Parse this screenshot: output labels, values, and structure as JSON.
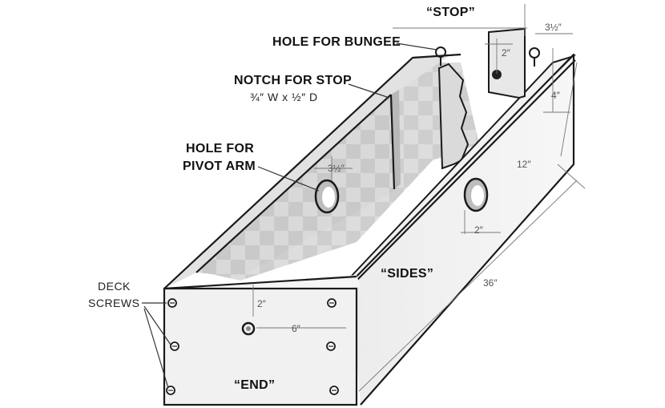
{
  "labels": {
    "stop": "“STOP”",
    "hole_for_bungee": "HOLE FOR BUNGEE",
    "notch_for_stop": "NOTCH FOR STOP",
    "notch_size": "¾″ W x ½″ D",
    "hole_for_line1": "HOLE FOR",
    "hole_for_line2": "PIVOT ARM",
    "sides": "“SIDES”",
    "deck_screws_line1": "DECK",
    "deck_screws_line2": "SCREWS",
    "end": "“END”"
  },
  "dimensions": {
    "stop_width": "3½″",
    "bungee_offset": "2″",
    "stop_height": "4″",
    "side_height": "12″",
    "pivot_spacing": "3½″",
    "pivot_offset": "2″",
    "length": "36″",
    "end_top_offset": "2″",
    "end_center": "6″"
  }
}
